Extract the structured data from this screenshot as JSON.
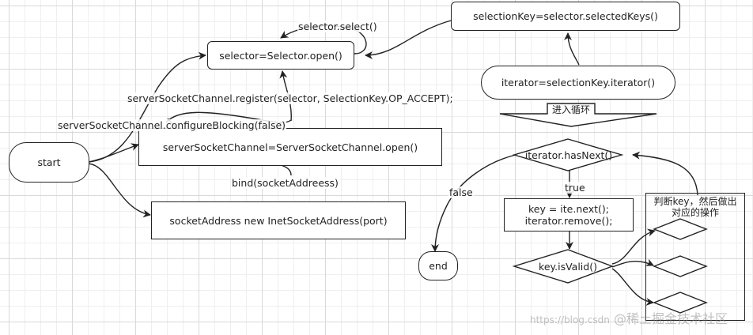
{
  "nodes": {
    "start": "start",
    "end": "end",
    "selector_open": "selector=Selector.open()",
    "server_channel_open": "serverSocketChannel=ServerSocketChannel.open()",
    "socket_address": "socketAddress new InetSocketAddress(port)",
    "selection_keys": "selectionKey=selector.selectedKeys()",
    "iterator": "iterator=selectionKey.iterator()",
    "enter_loop": "进入循环",
    "has_next": "iterator.hasNext()",
    "next_remove_1": "key = ite.next();",
    "next_remove_2": "iterator.remove();",
    "is_valid": "key.isValid()",
    "judge_title_1": "判断key，然后做出",
    "judge_title_2": "对应的操作"
  },
  "labels": {
    "selector_select": "selector.select()",
    "register": "serverSocketChannel.register(selector, SelectionKey.OP_ACCEPT);",
    "configure_blocking": "serverSocketChannel.configureBlocking(false)",
    "bind": "bind(socketAddreess)",
    "false_label": "false",
    "true_label": "true"
  },
  "watermark": {
    "url": "https://blog.csdn",
    "brand": "@稀土掘金技术社区"
  }
}
